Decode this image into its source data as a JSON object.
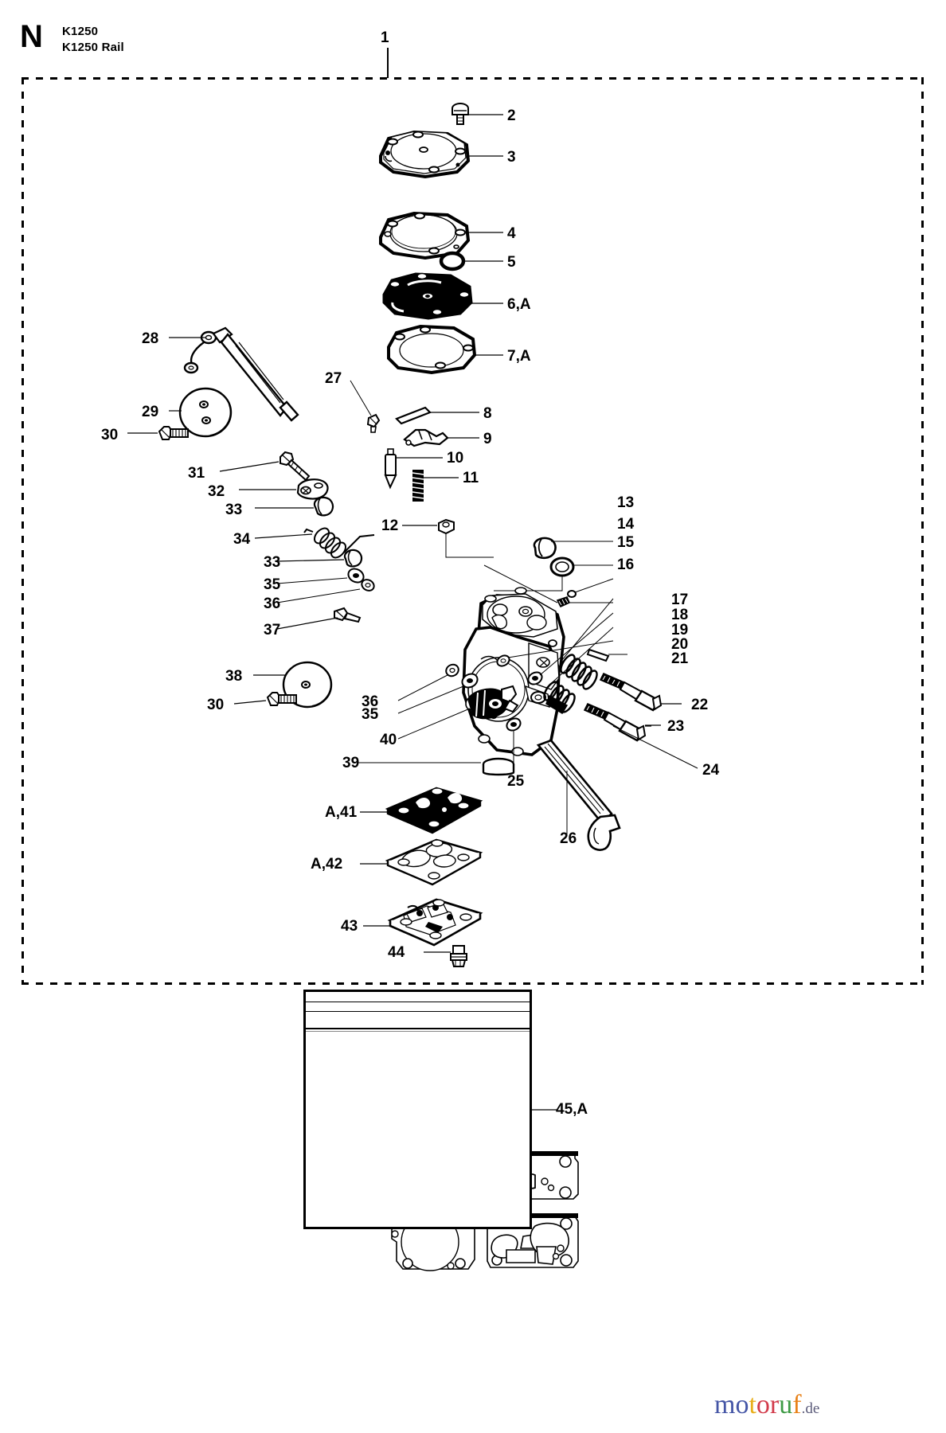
{
  "header": {
    "section_letter": "N",
    "model_line1": "K1250",
    "model_line2": "K1250 Rail"
  },
  "diagram": {
    "title": "Carburetor exploded parts diagram",
    "callouts": [
      {
        "id": "c1",
        "label": "1"
      },
      {
        "id": "c2",
        "label": "2"
      },
      {
        "id": "c3",
        "label": "3"
      },
      {
        "id": "c4",
        "label": "4"
      },
      {
        "id": "c5",
        "label": "5"
      },
      {
        "id": "c6",
        "label": "6,A"
      },
      {
        "id": "c7",
        "label": "7,A"
      },
      {
        "id": "c8",
        "label": "8"
      },
      {
        "id": "c9",
        "label": "9"
      },
      {
        "id": "c10",
        "label": "10"
      },
      {
        "id": "c11",
        "label": "11"
      },
      {
        "id": "c12",
        "label": "12"
      },
      {
        "id": "c13",
        "label": "13"
      },
      {
        "id": "c14",
        "label": "14"
      },
      {
        "id": "c15",
        "label": "15"
      },
      {
        "id": "c16",
        "label": "16"
      },
      {
        "id": "c17",
        "label": "17"
      },
      {
        "id": "c18",
        "label": "18"
      },
      {
        "id": "c19",
        "label": "19"
      },
      {
        "id": "c20",
        "label": "20"
      },
      {
        "id": "c21",
        "label": "21"
      },
      {
        "id": "c22",
        "label": "22"
      },
      {
        "id": "c23",
        "label": "23"
      },
      {
        "id": "c24",
        "label": "24"
      },
      {
        "id": "c25",
        "label": "25"
      },
      {
        "id": "c26",
        "label": "26"
      },
      {
        "id": "c27",
        "label": "27"
      },
      {
        "id": "c28",
        "label": "28"
      },
      {
        "id": "c29",
        "label": "29"
      },
      {
        "id": "c30a",
        "label": "30"
      },
      {
        "id": "c30b",
        "label": "30"
      },
      {
        "id": "c31",
        "label": "31"
      },
      {
        "id": "c32",
        "label": "32"
      },
      {
        "id": "c33a",
        "label": "33"
      },
      {
        "id": "c33b",
        "label": "33"
      },
      {
        "id": "c34",
        "label": "34"
      },
      {
        "id": "c35a",
        "label": "35"
      },
      {
        "id": "c35b",
        "label": "35"
      },
      {
        "id": "c36a",
        "label": "36"
      },
      {
        "id": "c36b",
        "label": "36"
      },
      {
        "id": "c37",
        "label": "37"
      },
      {
        "id": "c38",
        "label": "38"
      },
      {
        "id": "c39",
        "label": "39"
      },
      {
        "id": "c40",
        "label": "40"
      },
      {
        "id": "c41",
        "label": "A,41"
      },
      {
        "id": "c42",
        "label": "A,42"
      },
      {
        "id": "c43",
        "label": "43"
      },
      {
        "id": "c44",
        "label": "44"
      },
      {
        "id": "c45",
        "label": "45,A"
      }
    ]
  },
  "watermark": {
    "name": "motoruf",
    "suffix": ".de",
    "letters": [
      {
        "ch": "m",
        "color": "#4455a6"
      },
      {
        "ch": "o",
        "color": "#4455a6"
      },
      {
        "ch": "t",
        "color": "#e8ae1a"
      },
      {
        "ch": "o",
        "color": "#d23a4a"
      },
      {
        "ch": "r",
        "color": "#d23a4a"
      },
      {
        "ch": "u",
        "color": "#3d9a44"
      },
      {
        "ch": "f",
        "color": "#e8821a"
      }
    ]
  },
  "colors": {
    "ink": "#000000",
    "paper": "#ffffff",
    "leader": "#000000"
  }
}
